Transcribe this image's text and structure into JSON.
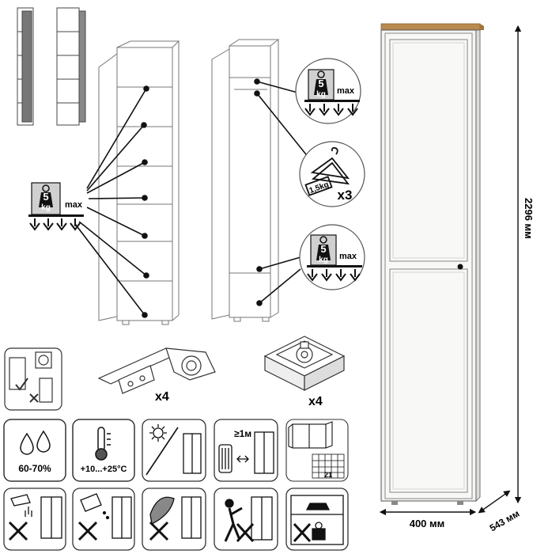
{
  "weight_badges": {
    "shelf": {
      "weight": "5",
      "unit": "kg",
      "limit": "max"
    },
    "top_shelf": {
      "weight": "5",
      "unit": "kg",
      "limit": "max"
    },
    "bottom_shelf": {
      "weight": "5",
      "unit": "kg",
      "limit": "max"
    }
  },
  "hanger_badge": {
    "weight": "1,5kg",
    "multiplier": "x3"
  },
  "hardware": {
    "hinge_count": "x4",
    "foot_count": "x4"
  },
  "conditions": {
    "humidity": "60-70%",
    "temperature": "+10...+25°C",
    "distance": "≥1м",
    "grid_number": "21"
  },
  "dimensions": {
    "height": "2296 мм",
    "width": "400 мм",
    "depth": "543 мм"
  },
  "colors": {
    "body": "#f4f4f2",
    "top": "#b98a4e",
    "outline": "#333333",
    "callout": "#111111"
  }
}
